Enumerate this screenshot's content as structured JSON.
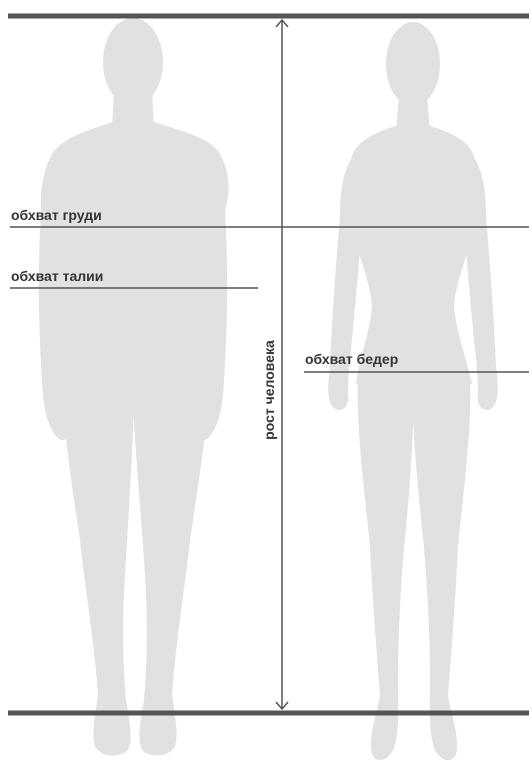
{
  "labels": {
    "chest": "обхват груди",
    "waist": "обхват талии",
    "hips": "обхват бедер",
    "height": "рост человека"
  },
  "figures": [
    {
      "name": "male-silhouette"
    },
    {
      "name": "female-silhouette"
    }
  ],
  "colors": {
    "silhouette": "#e1e1e1",
    "thick_line": "#555555",
    "thin_line": "#555555",
    "text": "#333333",
    "background": "#ffffff"
  }
}
